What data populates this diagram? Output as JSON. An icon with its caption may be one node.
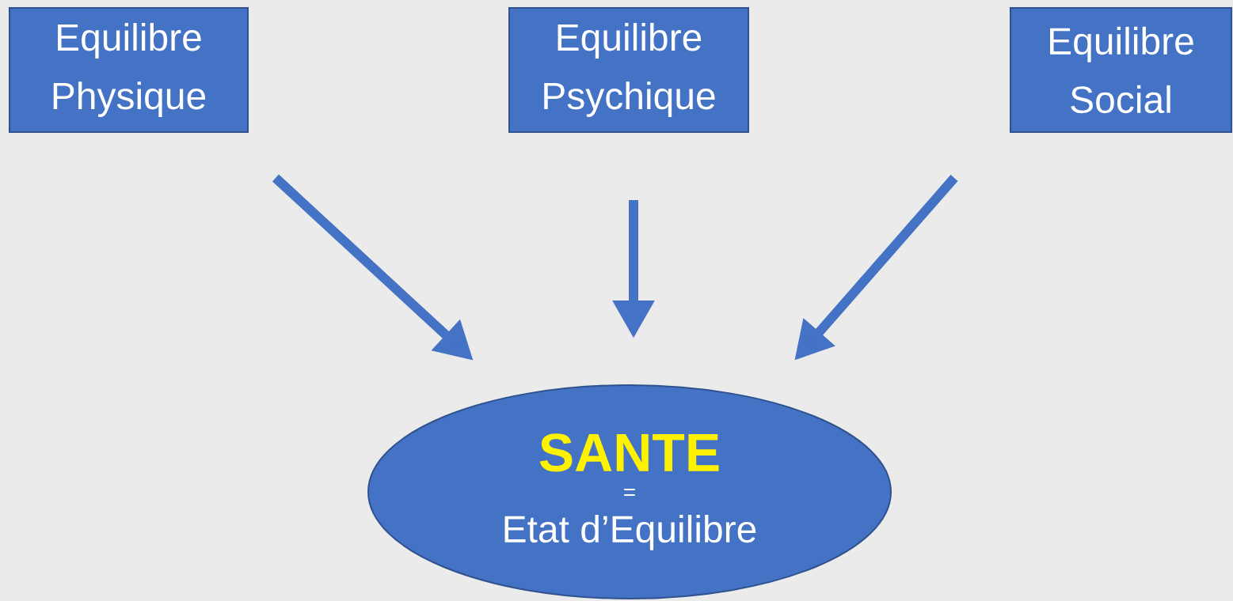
{
  "diagram": {
    "nodes": [
      {
        "text": [
          "Equilibre Physique"
        ]
      },
      {
        "text": [
          "Equilibre Psychique"
        ]
      },
      {
        "text": [
          "Equilibre Social"
        ]
      },
      {
        "text": [
          "SANTE",
          "=",
          "Etat d’Equilibre"
        ]
      }
    ],
    "edges": [
      {
        "from": 0,
        "to": 3,
        "arrow": "to"
      },
      {
        "from": 1,
        "to": 3,
        "arrow": "to"
      },
      {
        "from": 2,
        "to": 3,
        "arrow": "to"
      }
    ]
  }
}
